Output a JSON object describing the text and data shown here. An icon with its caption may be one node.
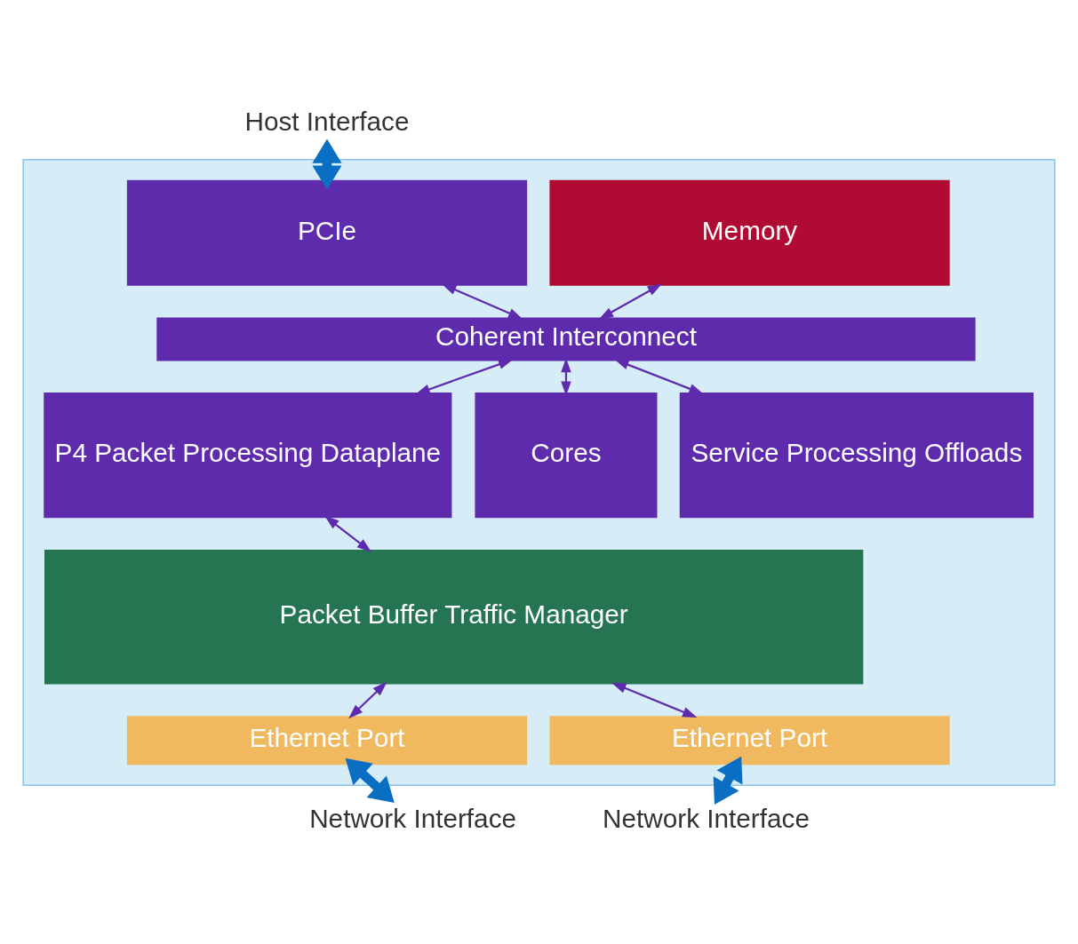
{
  "diagram": {
    "nodes": [
      {
        "text": [
          "Host Interface"
        ]
      },
      {
        "text": [],
        "shape": "box"
      },
      {
        "text": [
          "PCIe"
        ],
        "in": 1
      },
      {
        "text": [
          "Memory"
        ],
        "in": 1
      },
      {
        "text": [
          "Coherent Interconnect"
        ],
        "in": 1
      },
      {
        "text": [
          "P4 Packet Processing Dataplane"
        ],
        "in": 1
      },
      {
        "text": [
          "Cores"
        ],
        "in": 1
      },
      {
        "text": [
          "Service Processing Offloads"
        ],
        "in": 1
      },
      {
        "text": [
          "Packet Buffer Traffic Manager"
        ],
        "in": 1
      },
      {
        "text": [
          "Ethernet Port"
        ],
        "in": 1
      },
      {
        "text": [
          "Ethernet Port"
        ],
        "in": 1
      },
      {
        "text": [
          "Network Interface"
        ]
      },
      {
        "text": [
          "Network Interface"
        ]
      }
    ],
    "edges": [
      {
        "from": 0,
        "to": 2,
        "arrow": "both",
        "style": "thick",
        "color": "#0a6fc2"
      },
      {
        "from": 2,
        "to": 4,
        "arrow": "both"
      },
      {
        "from": 3,
        "to": 4,
        "arrow": "both"
      },
      {
        "from": 4,
        "to": 5,
        "arrow": "both"
      },
      {
        "from": 4,
        "to": 6,
        "arrow": "both"
      },
      {
        "from": 4,
        "to": 7,
        "arrow": "both"
      },
      {
        "from": 5,
        "to": 8,
        "arrow": "both"
      },
      {
        "from": 8,
        "to": 9,
        "arrow": "both"
      },
      {
        "from": 8,
        "to": 10,
        "arrow": "both"
      },
      {
        "from": 9,
        "to": 11,
        "arrow": "both",
        "style": "thick",
        "color": "#0a6fc2"
      },
      {
        "from": 10,
        "to": 12,
        "arrow": "both",
        "style": "thick",
        "color": "#0a6fc2"
      }
    ]
  }
}
